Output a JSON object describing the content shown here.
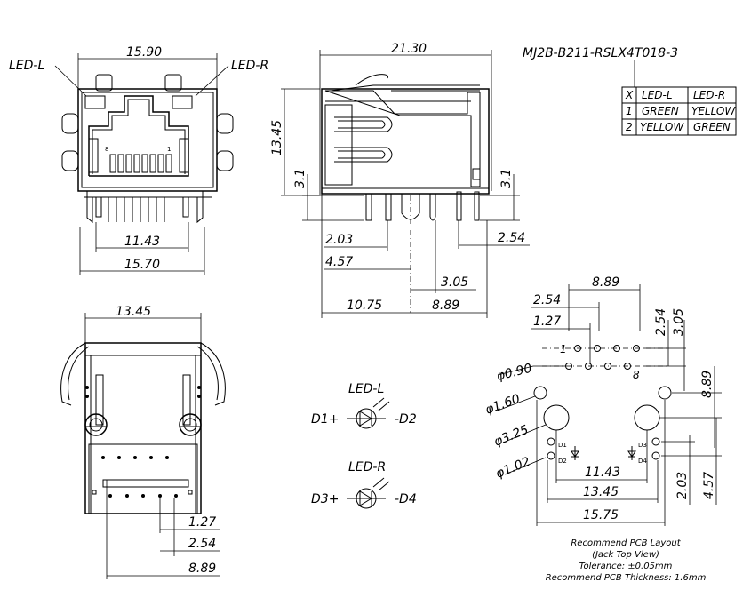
{
  "front_view": {
    "led_left": "LED-L",
    "led_right": "LED-R",
    "dim_top": "15.90",
    "dim_1143": "11.43",
    "dim_1570": "15.70",
    "pin8": "8",
    "pin1": "1"
  },
  "side_view": {
    "dim_2130": "21.30",
    "dim_1345": "13.45",
    "dim_31_left": "3.1",
    "dim_31_right": "3.1",
    "dim_203": "2.03",
    "dim_254": "2.54",
    "dim_457": "4.57",
    "dim_305": "3.05",
    "dim_1075": "10.75",
    "dim_889": "8.89"
  },
  "part_number": "MJ2B-B211-RSLX4T018-3",
  "led_table": {
    "header": [
      "X",
      "LED-L",
      "LED-R"
    ],
    "rows": [
      [
        "1",
        "GREEN",
        "YELLOW"
      ],
      [
        "2",
        "YELLOW",
        "GREEN"
      ]
    ]
  },
  "bottom_view": {
    "dim_1345": "13.45",
    "dim_127": "1.27",
    "dim_254": "2.54",
    "dim_889": "8.89"
  },
  "led_schematic": {
    "led_l_label": "LED-L",
    "d1": "D1+",
    "d2": "-D2",
    "led_r_label": "LED-R",
    "d3": "D3+",
    "d4": "-D4"
  },
  "pcb_layout": {
    "dim_889_top": "8.89",
    "dim_254": "2.54",
    "dim_127": "1.27",
    "dim_254_v": "2.54",
    "dim_305_v": "3.05",
    "pin1": "1",
    "pin8": "8",
    "hole_090": "φ0.90",
    "hole_160": "φ1.60",
    "hole_325": "φ3.25",
    "hole_102": "φ1.02",
    "dim_889_v": "8.89",
    "d1": "D1",
    "d2": "D2",
    "d3": "D3",
    "d4": "D4",
    "dim_1143": "11.43",
    "dim_1345": "13.45",
    "dim_1575": "15.75",
    "dim_203_v": "2.03",
    "dim_457_v": "4.57",
    "caption_1": "Recommend PCB Layout",
    "caption_2": "(Jack Top View)",
    "caption_3": "Tolerance: ±0.05mm",
    "caption_4": "Recommend PCB Thickness: 1.6mm"
  }
}
